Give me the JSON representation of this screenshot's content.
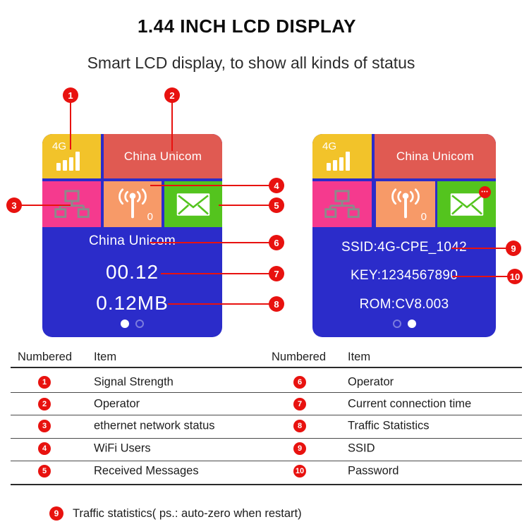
{
  "header": {
    "title": "1.44 INCH LCD DISPLAY",
    "subtitle": "Smart LCD display, to show all kinds of status"
  },
  "colors": {
    "lcd_blue": "#2b2cca",
    "tile_yellow": "#f2c32a",
    "tile_red": "#e05a52",
    "tile_pink": "#f53a8e",
    "tile_orange": "#f79a68",
    "tile_green": "#54c41e",
    "callout_red": "#e8120f",
    "icon_gray": "#8b8b8b"
  },
  "screens": {
    "left": {
      "signal_label": "4G",
      "operator_tile": "China Unicom",
      "wifi_users": "0",
      "operator": "China Unicom",
      "connection_time": "00.12",
      "traffic": "0.12MB",
      "active_page": 1
    },
    "right": {
      "signal_label": "4G",
      "operator_tile": "China Unicom",
      "wifi_users": "0",
      "message_badge": "•••",
      "ssid": "SSID:4G-CPE_1042",
      "key": "KEY:1234567890",
      "rom": "ROM:CV8.003",
      "active_page": 2
    }
  },
  "callout_labels": [
    "1",
    "2",
    "3",
    "4",
    "5",
    "6",
    "7",
    "8",
    "9",
    "10"
  ],
  "legend": {
    "left": {
      "headers": [
        "Numbered",
        "Item"
      ],
      "rows": [
        {
          "num": "1",
          "item": "Signal Strength"
        },
        {
          "num": "2",
          "item": "Operator"
        },
        {
          "num": "3",
          "item": "ethernet network status"
        },
        {
          "num": "4",
          "item": "WiFi Users"
        },
        {
          "num": "5",
          "item": "Received Messages"
        }
      ]
    },
    "right": {
      "headers": [
        "Numbered",
        "Item"
      ],
      "rows": [
        {
          "num": "6",
          "item": "Operator"
        },
        {
          "num": "7",
          "item": "Current connection time"
        },
        {
          "num": "8",
          "item": "Traffic Statistics"
        },
        {
          "num": "9",
          "item": "SSID"
        },
        {
          "num": "10",
          "item": "Password"
        }
      ]
    }
  },
  "footnote": {
    "num": "9",
    "text": "Traffic statistics( ps.: auto-zero when restart)"
  }
}
